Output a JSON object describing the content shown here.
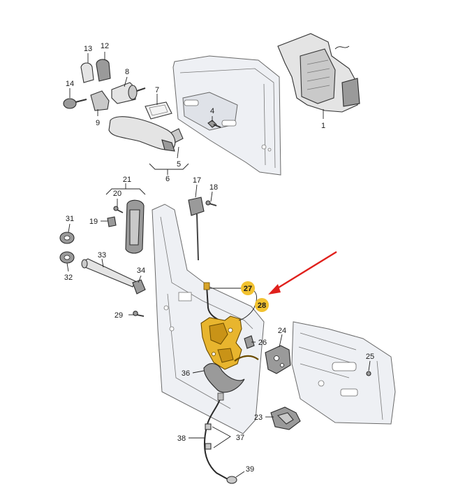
{
  "diagram": {
    "callouts": [
      "1",
      "4",
      "5",
      "6",
      "7",
      "8",
      "9",
      "12",
      "13",
      "14",
      "17",
      "18",
      "19",
      "20",
      "21",
      "23",
      "24",
      "25",
      "26",
      "27",
      "28",
      "29",
      "31",
      "32",
      "33",
      "34",
      "36",
      "37",
      "38",
      "39"
    ],
    "highlighted": [
      "27",
      "28"
    ],
    "colors": {
      "highlight_badge": "#f2c230",
      "pointer_arrow": "#e0201c",
      "lock_body": "#e8b52e"
    }
  }
}
